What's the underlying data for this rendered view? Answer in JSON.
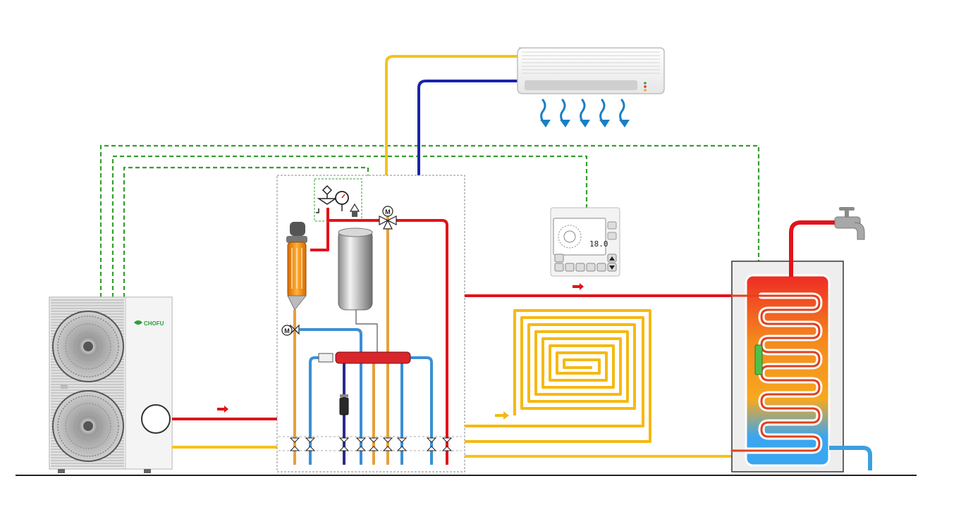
{
  "heat_pump": {
    "brand": "CHOFU",
    "colors": {
      "casing": "#e8e8e8",
      "fan_grille": "#6a6a6a",
      "brand": "#2e9e3a"
    }
  },
  "controller": {
    "display_value": "18.0",
    "buttons": [
      "back-icon",
      "minus-icon",
      "plus-icon",
      "check-icon",
      "up-arrow-icon",
      "down-arrow-icon"
    ]
  },
  "hydro_box": {
    "valve_label_top": "M",
    "valve_label_left": "M"
  },
  "colors": {
    "hot_supply": "#e2131b",
    "return_yellow": "#f6c21a",
    "refrigerant_blue": "#1a23a8",
    "cold_water": "#3aa0e0",
    "signal_green": "#33a02c",
    "floor_loop": "#f6b912",
    "tank_hot": "#f0402a",
    "tank_cold": "#3aa6f0",
    "outline": "#555555"
  },
  "icons": [
    "fan-icon",
    "pressure-gauge-icon",
    "safety-valve-icon",
    "air-vent-icon",
    "tap-icon",
    "cold-air-arrow-icon",
    "flow-arrow-icon"
  ]
}
